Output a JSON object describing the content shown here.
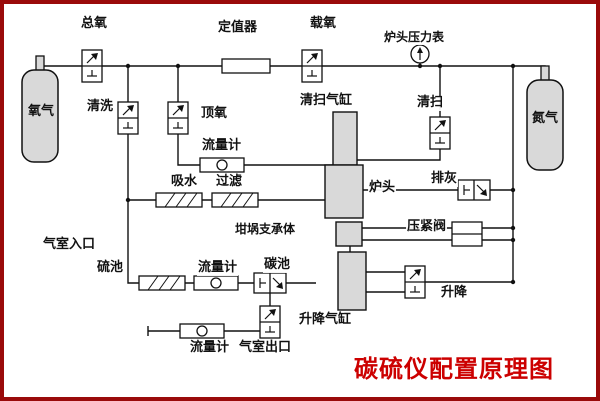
{
  "title": {
    "text": "碳硫仪配置原理图",
    "color": "#cc0000"
  },
  "frame": {
    "border_color": "#9a0a0a",
    "background": "#ffffff",
    "line_color": "#111111"
  },
  "cylinders": {
    "oxygen": "氧气",
    "nitrogen": "氮气"
  },
  "labels": {
    "total_oxygen": "总氧",
    "regulator": "定值器",
    "carrier_oxygen": "载氧",
    "furnace_pressure_gauge": "炉头压力表",
    "purge": "清洗",
    "top_oxygen": "顶氧",
    "sweep_cylinder": "清扫气缸",
    "sweep": "清扫",
    "flow_meter_top": "流量计",
    "water_absorber": "吸水",
    "filter": "过滤",
    "furnace_head": "炉头",
    "ash_discharge": "排灰",
    "compression_valve": "压紧阀",
    "crucible_support": "坩埚支承体",
    "chamber_inlet": "气室入口",
    "sulfur_cell": "硫池",
    "flow_meter_mid": "流量计",
    "carbon_cell": "碳池",
    "lift": "升降",
    "lift_cylinder": "升降气缸",
    "flow_meter_bottom": "流量计",
    "chamber_outlet": "气室出口"
  }
}
